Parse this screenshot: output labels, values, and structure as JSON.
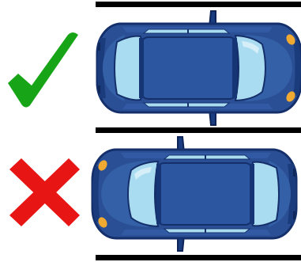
{
  "illustration": {
    "panels": [
      {
        "status": "correct",
        "marker_icon": "check-mark-icon",
        "car_icon": "car-top-view-icon",
        "car_orientation": "nose-right"
      },
      {
        "status": "incorrect",
        "marker_icon": "cross-mark-icon",
        "car_icon": "car-top-view-icon",
        "car_orientation": "nose-left"
      }
    ],
    "colors": {
      "check": "#17a517",
      "cross": "#e81515",
      "car_body": "#2a4f95",
      "car_body_dark": "#142f6a",
      "car_glass": "#aadcf1",
      "lane_line": "#000000",
      "headlight": "#f0aa32"
    }
  }
}
